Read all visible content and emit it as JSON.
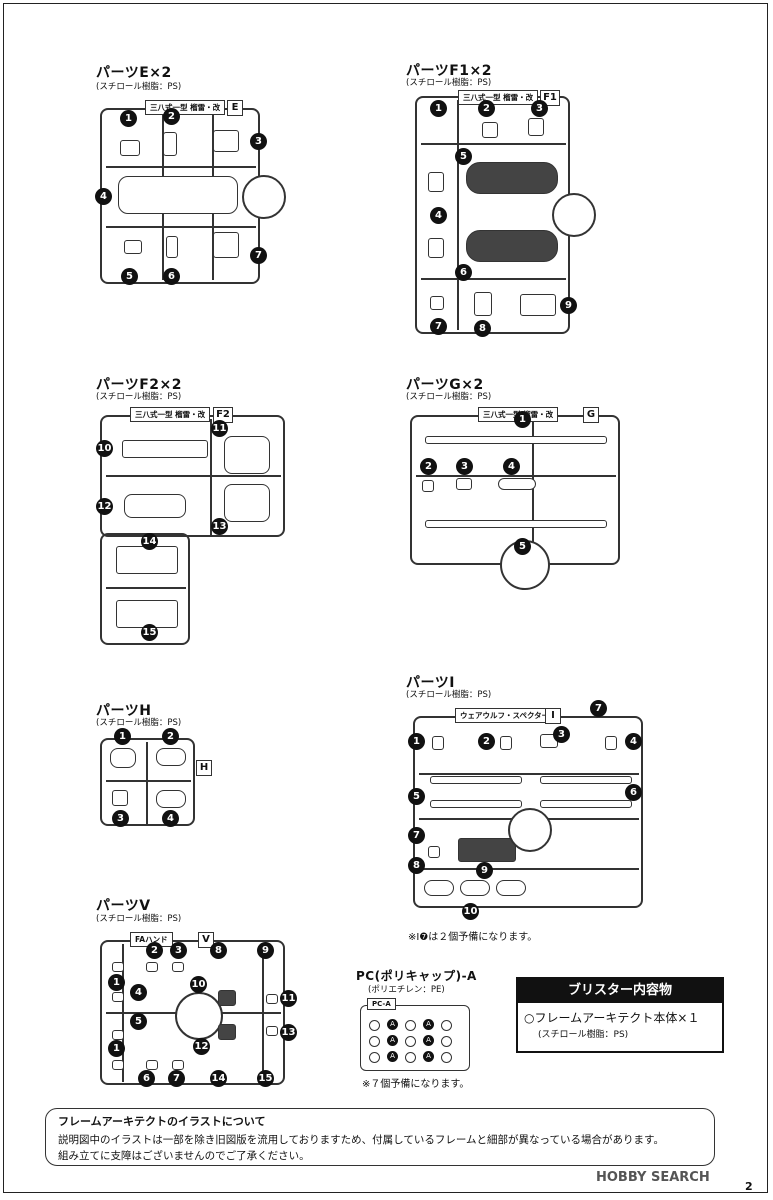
{
  "sections": {
    "e": {
      "title": "パーツE×2",
      "sub": "(スチロール樹脂：PS)",
      "tag": "三八式一型 榴雷・改",
      "letter": "E"
    },
    "f1": {
      "title": "パーツF1×2",
      "sub": "(スチロール樹脂：PS)",
      "tag": "三八式一型 榴雷・改",
      "letter": "F1"
    },
    "f2": {
      "title": "パーツF2×2",
      "sub": "(スチロール樹脂：PS)",
      "tag": "三八式一型 榴雷・改",
      "letter": "F2"
    },
    "g": {
      "title": "パーツG×2",
      "sub": "(スチロール樹脂：PS)",
      "tag": "三八式一型 榴雷・改",
      "letter": "G"
    },
    "h": {
      "title": "パーツH",
      "sub": "(スチロール樹脂：PS)",
      "letter": "H"
    },
    "i": {
      "title": "パーツI",
      "sub": "(スチロール樹脂：PS)",
      "tag": "ウェアウルフ・スペクター",
      "letter": "I",
      "note": "※I❼は２個予備になります。"
    },
    "v": {
      "title": "パーツV",
      "sub": "(スチロール樹脂：PS)",
      "tag": "FAハンド",
      "letter": "V"
    },
    "pc": {
      "title": "PC(ポリキャップ)-A",
      "sub": "(ポリエチレン：PE)",
      "tag": "PC-A",
      "note": "※７個予備になります。"
    }
  },
  "blister": {
    "title": "ブリスター内容物",
    "item": "○フレームアーキテクト本体×１",
    "sub": "(スチロール樹脂：PS)"
  },
  "notice": {
    "title": "フレームアーキテクトのイラストについて",
    "line1": "説明図中のイラストは一部を除き旧図版を流用しておりますため、付属しているフレームと細部が異なっている場合があります。",
    "line2": "組み立てに支障はございませんのでご了承ください。"
  },
  "watermark": "HOBBY SEARCH",
  "page_number": "2",
  "numbers": {
    "n1": "1",
    "n2": "2",
    "n3": "3",
    "n4": "4",
    "n5": "5",
    "n6": "6",
    "n7": "7",
    "n8": "8",
    "n9": "9",
    "n10": "10",
    "n11": "11",
    "n12": "12",
    "n13": "13",
    "n14": "14",
    "n15": "15",
    "a": "A"
  }
}
